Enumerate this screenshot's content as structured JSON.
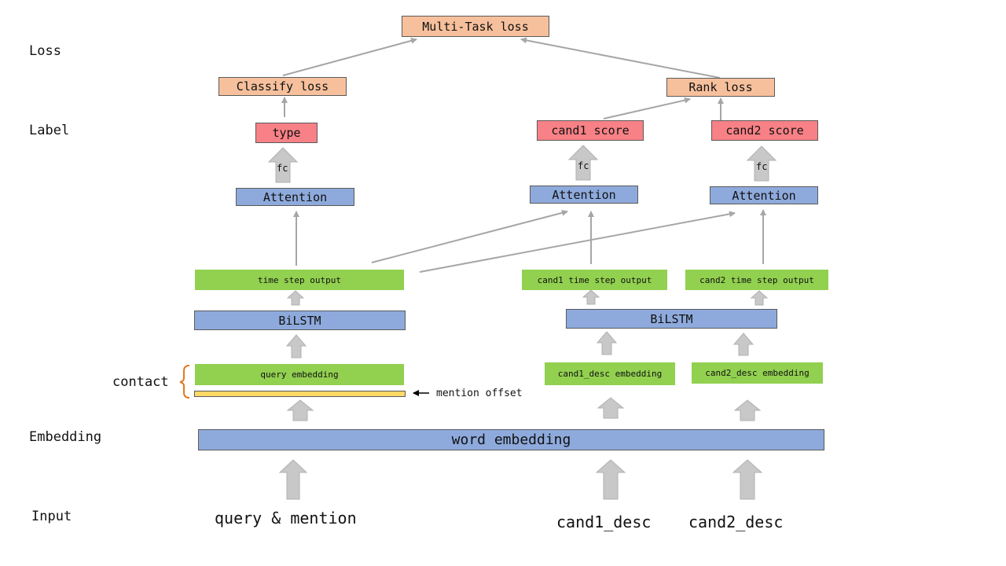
{
  "row_labels": {
    "loss": "Loss",
    "label": "Label",
    "embedding": "Embedding",
    "input": "Input"
  },
  "losses": {
    "multi_task": "Multi-Task loss",
    "classify": "Classify loss",
    "rank": "Rank loss"
  },
  "labels": {
    "type": "type",
    "cand1_score": "cand1 score",
    "cand2_score": "cand2 score"
  },
  "attention": "Attention",
  "fc": "fc",
  "time_step": {
    "query": "time step output",
    "cand1": "cand1 time step output",
    "cand2": "cand2 time step output"
  },
  "bilstm": "BiLSTM",
  "embeddings": {
    "query": "query embedding",
    "cand1": "cand1_desc embedding",
    "cand2": "cand2_desc embedding",
    "word": "word embedding"
  },
  "contact": "contact",
  "mention_offset": "mention offset",
  "inputs": {
    "query": "query & mention",
    "cand1": "cand1_desc",
    "cand2": "cand2_desc"
  },
  "colors": {
    "loss_box": "#f7c09c",
    "label_box": "#f78186",
    "layer_box": "#8eaadc",
    "output_box": "#92d050",
    "mention_bar": "#ffd966",
    "arrow": "#c8c8c8",
    "bracket": "#e07a1f"
  }
}
